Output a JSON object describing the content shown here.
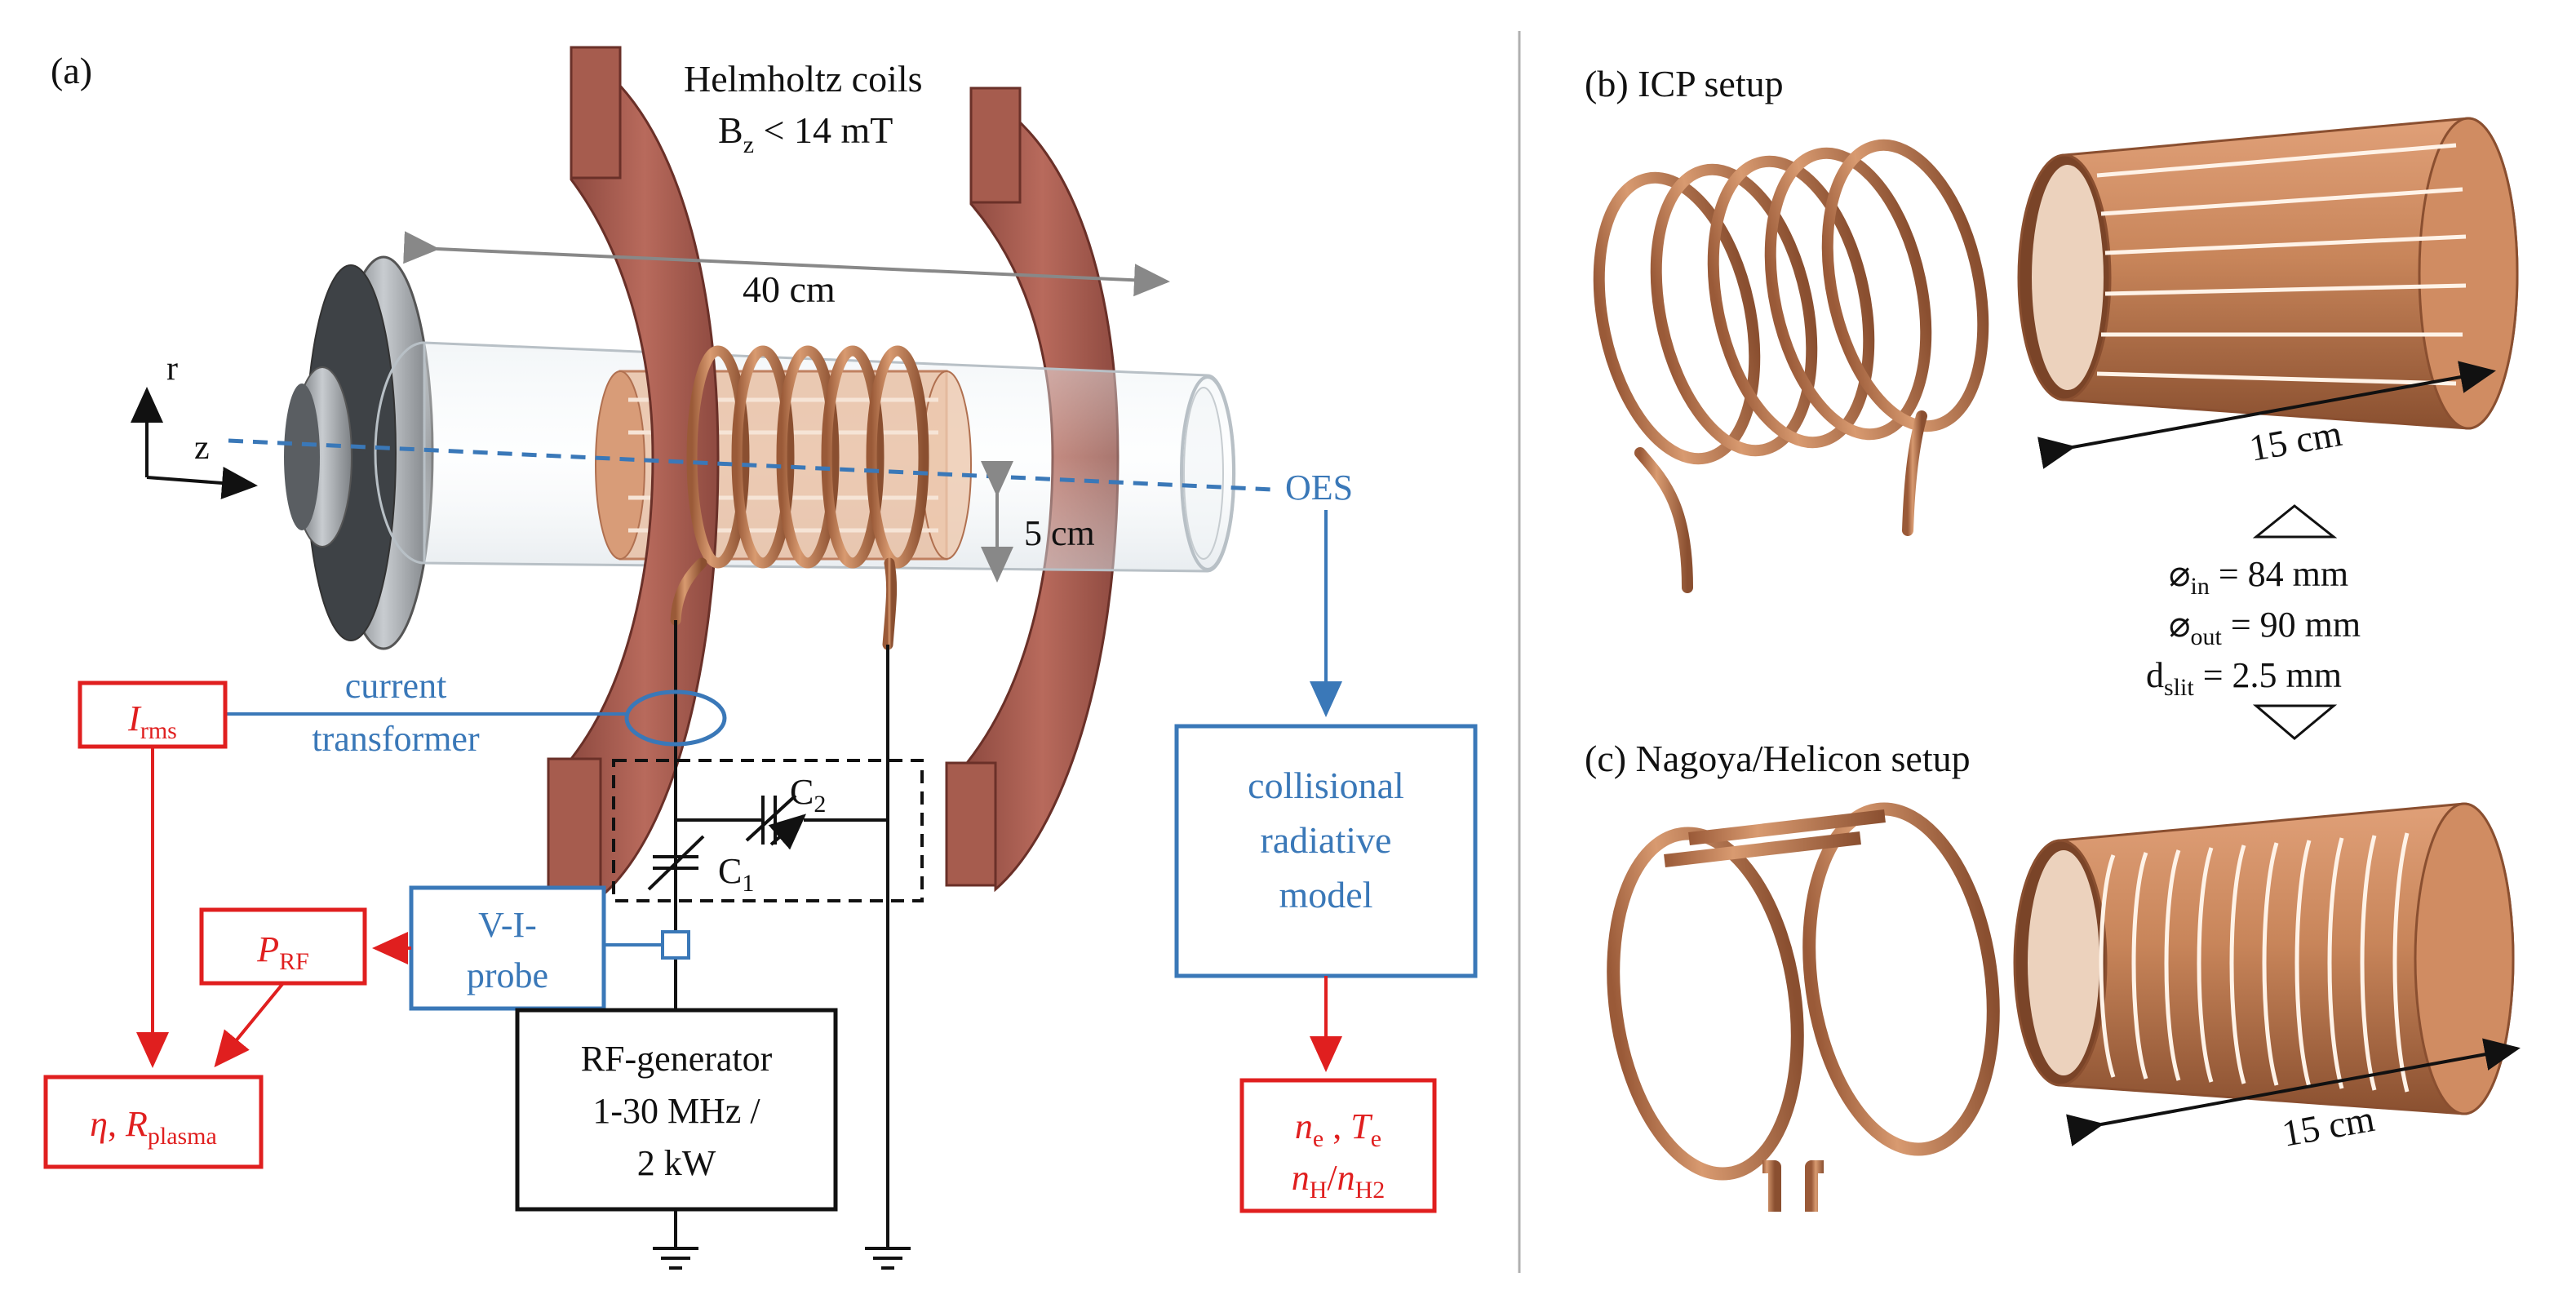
{
  "panel_a": {
    "label": "(a)",
    "coils_title": "Helmholtz coils",
    "coils_field_main": "B",
    "coils_field_sub": "z",
    "coils_field_rest": " < 14 mT",
    "length_label": "40 cm",
    "axis_r": "r",
    "axis_z": "z",
    "diameter_label": "5 cm",
    "oes_label": "OES",
    "current_transformer_l1": "current",
    "current_transformer_l2": "transformer",
    "irms_main": "I",
    "irms_sub": "rms",
    "c1_main": "C",
    "c1_sub": "1",
    "c2_main": "C",
    "c2_sub": "2",
    "vi_probe_l1": "V-I-",
    "vi_probe_l2": "probe",
    "prf_main": "P",
    "prf_sub": "RF",
    "eta_part1": "η",
    "eta_part2": ", ",
    "eta_part3": "R",
    "eta_sub": "plasma",
    "generator_l1": "RF-generator",
    "generator_l2": "1-30 MHz /",
    "generator_l3": "2 kW",
    "crm_l1": "collisional",
    "crm_l2": "radiative",
    "crm_l3": "model",
    "out_ne": "n",
    "out_ne_sub": "e",
    "out_comma": " , ",
    "out_te": "T",
    "out_te_sub": "e",
    "out_nh": "n",
    "out_nh_sub": "H",
    "out_slash": "/",
    "out_nh2": "n",
    "out_nh2_sub": "H2"
  },
  "panel_b": {
    "label": "(b) ICP setup",
    "length_label": "15 cm"
  },
  "panel_c": {
    "label": "(c) Nagoya/Helicon setup",
    "length_label": "15 cm"
  },
  "specs": {
    "in_sym": "⌀",
    "in_sub": "in",
    "in_val": " = 84 mm",
    "out_sym": "⌀",
    "out_sub": "out",
    "out_val": " = 90 mm",
    "slit_sym": "d",
    "slit_sub": "slit",
    "slit_val": " = 2.5 mm"
  },
  "colors": {
    "copper": "#c8855a",
    "coil_frame": "#a0554a",
    "annotation_blue": "#3a78b8",
    "annotation_red": "#e01f1f"
  }
}
